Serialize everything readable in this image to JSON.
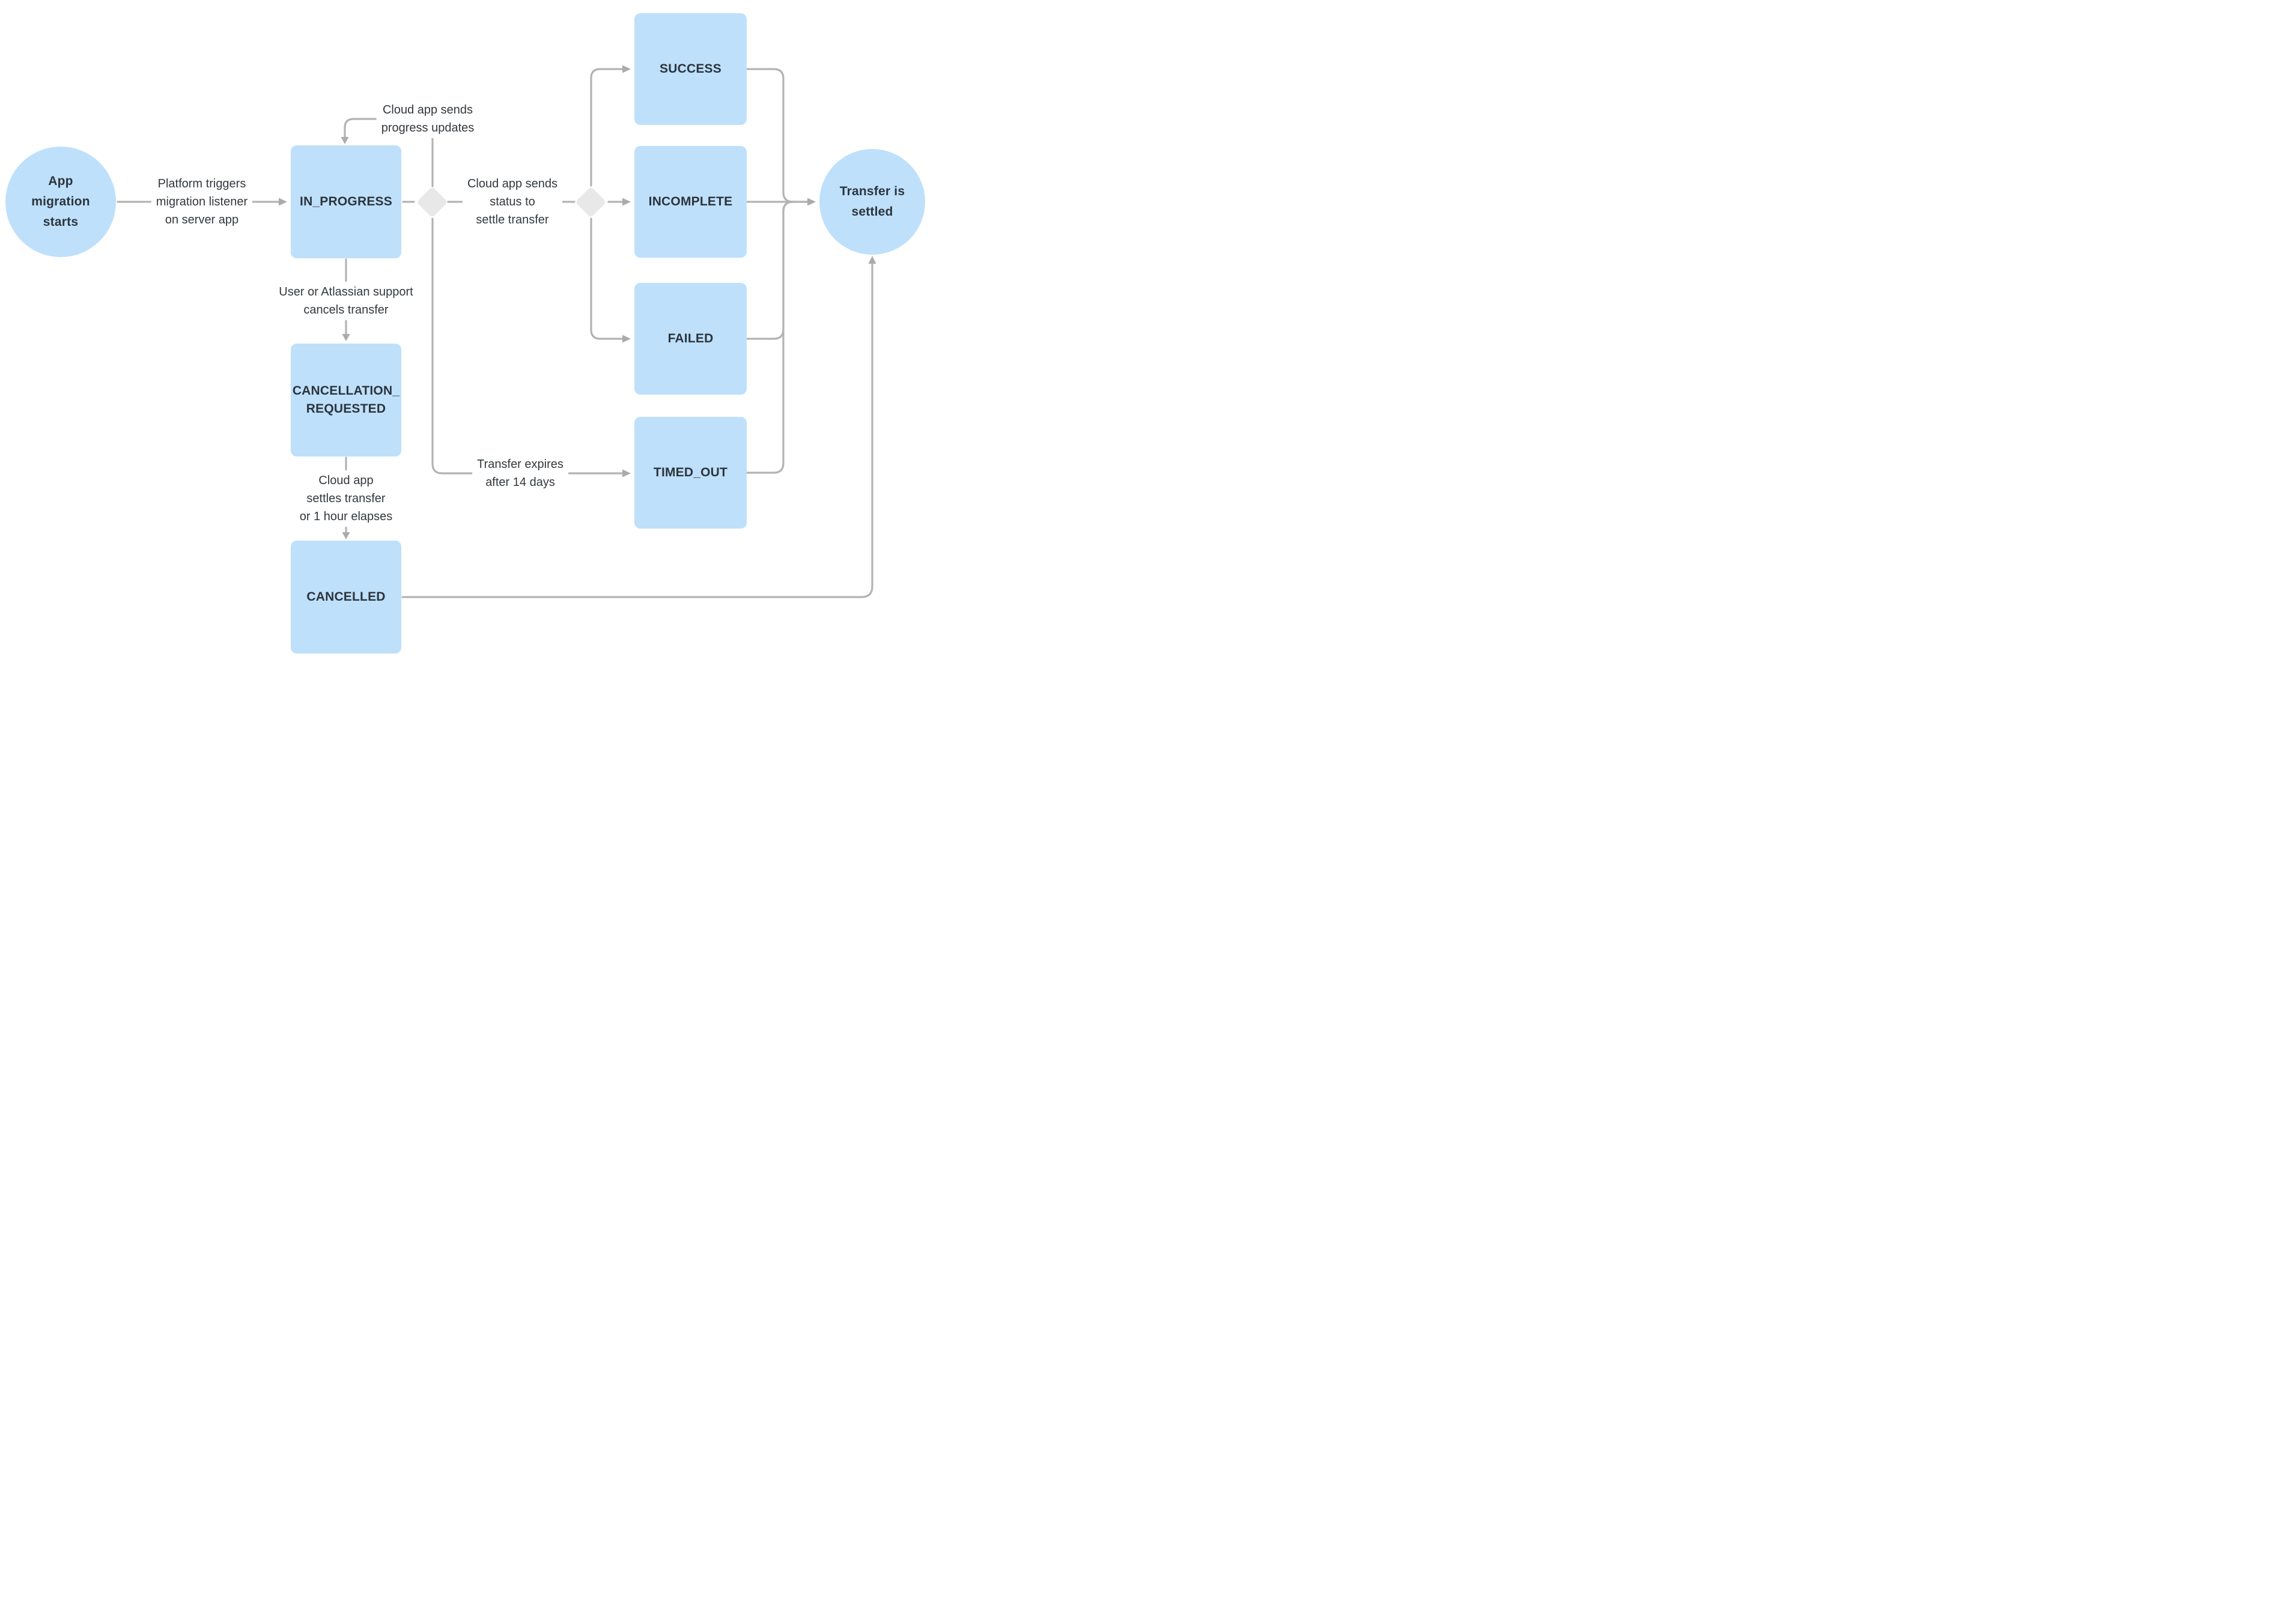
{
  "colors": {
    "canvas_bg": "#FFFFFF",
    "node_fill": "#BEE0FB",
    "decision_fill": "#E8E8E9",
    "connector": "#B3B3B3",
    "arrowhead": "#ABABAB",
    "node_text": "#2C343C",
    "label_text": "#33383D"
  },
  "nodes": {
    "start": {
      "shape": "circle",
      "lines": [
        "App",
        "migration",
        "starts"
      ]
    },
    "in_progress": {
      "shape": "rect",
      "lines": [
        "IN_PROGRESS"
      ]
    },
    "cancellation_requested": {
      "shape": "rect",
      "lines": [
        "CANCELLATION_",
        "REQUESTED"
      ]
    },
    "cancelled": {
      "shape": "rect",
      "lines": [
        "CANCELLED"
      ]
    },
    "success": {
      "shape": "rect",
      "lines": [
        "SUCCESS"
      ]
    },
    "incomplete": {
      "shape": "rect",
      "lines": [
        "INCOMPLETE"
      ]
    },
    "failed": {
      "shape": "rect",
      "lines": [
        "FAILED"
      ]
    },
    "timed_out": {
      "shape": "rect",
      "lines": [
        "TIMED_OUT"
      ]
    },
    "settled": {
      "shape": "circle",
      "lines": [
        "Transfer is",
        "settled"
      ]
    }
  },
  "edge_labels": {
    "platform_trigger": {
      "lines": [
        "Platform triggers",
        "migration listener",
        "on server app"
      ]
    },
    "progress_updates": {
      "lines": [
        "Cloud app sends",
        "progress updates"
      ]
    },
    "status_settle": {
      "lines": [
        "Cloud app sends",
        "status to",
        "settle transfer"
      ]
    },
    "cancel_transfer": {
      "lines": [
        "User or Atlassian support",
        "cancels transfer"
      ]
    },
    "settle_or_hour": {
      "lines": [
        "Cloud app",
        "settles transfer",
        "or 1 hour elapses"
      ]
    },
    "expires": {
      "lines": [
        "Transfer expires",
        "after 14 days"
      ]
    }
  }
}
